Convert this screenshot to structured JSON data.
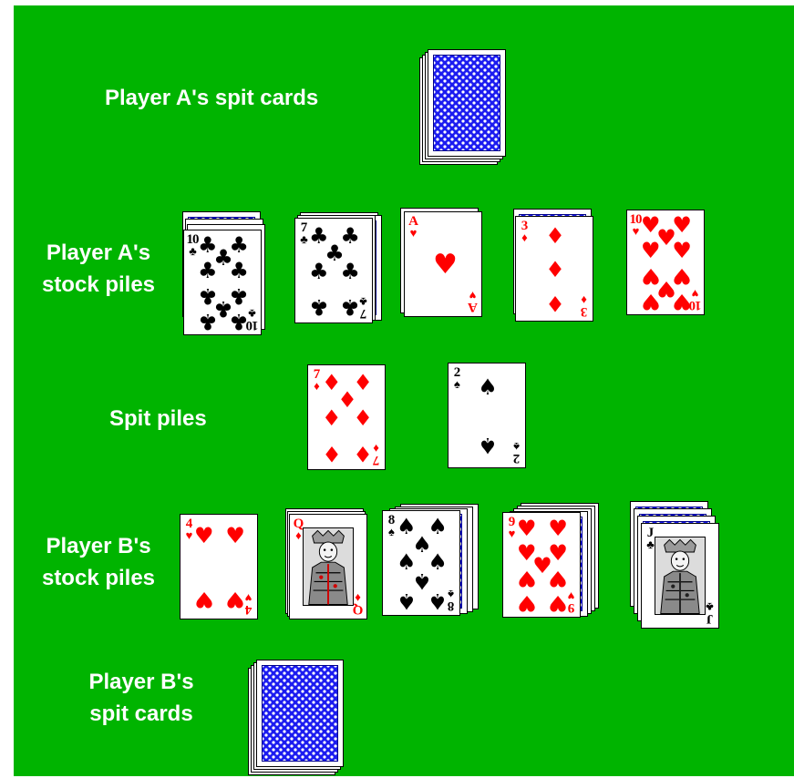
{
  "labels": {
    "a_spit": "Player A's spit cards",
    "a_stock_1": "Player A's",
    "a_stock_2": "stock piles",
    "spit_piles": "Spit piles",
    "b_stock_1": "Player B's",
    "b_stock_2": "stock piles",
    "b_spit_1": "Player B's",
    "b_spit_2": "spit cards"
  },
  "colors": {
    "table": "#00b400",
    "card_back": "#1c1cf0",
    "red_suit": "#ff0000"
  },
  "player_a_spit_cards": {
    "face": "down"
  },
  "player_a_stock": [
    {
      "rank": "10",
      "suit": "clubs"
    },
    {
      "rank": "7",
      "suit": "clubs"
    },
    {
      "rank": "A",
      "suit": "hearts"
    },
    {
      "rank": "3",
      "suit": "diamonds"
    },
    {
      "rank": "10",
      "suit": "hearts"
    }
  ],
  "spit_piles": [
    {
      "rank": "7",
      "suit": "diamonds"
    },
    {
      "rank": "2",
      "suit": "spades"
    }
  ],
  "player_b_stock": [
    {
      "rank": "4",
      "suit": "hearts"
    },
    {
      "rank": "Q",
      "suit": "diamonds"
    },
    {
      "rank": "8",
      "suit": "spades"
    },
    {
      "rank": "9",
      "suit": "hearts"
    },
    {
      "rank": "J",
      "suit": "clubs"
    }
  ],
  "player_b_spit_cards": {
    "face": "down"
  }
}
